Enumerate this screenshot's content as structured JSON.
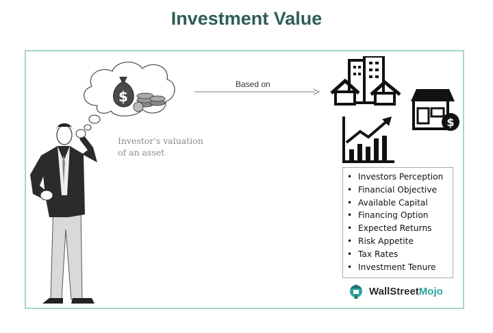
{
  "title": "Investment Value",
  "caption": {
    "line1": "Investor's valuation",
    "line2": "of an asset"
  },
  "arrow_label": "Based on",
  "factors": [
    "Investors Perception",
    "Financial Objective",
    "Available Capital",
    "Financing Option",
    "Expected Returns",
    "Risk Appetite",
    "Tax Rates",
    "Investment Tenure"
  ],
  "brand": {
    "part1": "WallStreet",
    "part2": "Mojo"
  },
  "colors": {
    "title": "#2e5e57",
    "frame": "#a6d4cf",
    "brand_accent": "#2aa39a"
  },
  "icons": [
    "thought-cloud",
    "money-bag-icon",
    "buildings-icon",
    "shop-icon",
    "growth-chart-icon",
    "investor-figure"
  ]
}
